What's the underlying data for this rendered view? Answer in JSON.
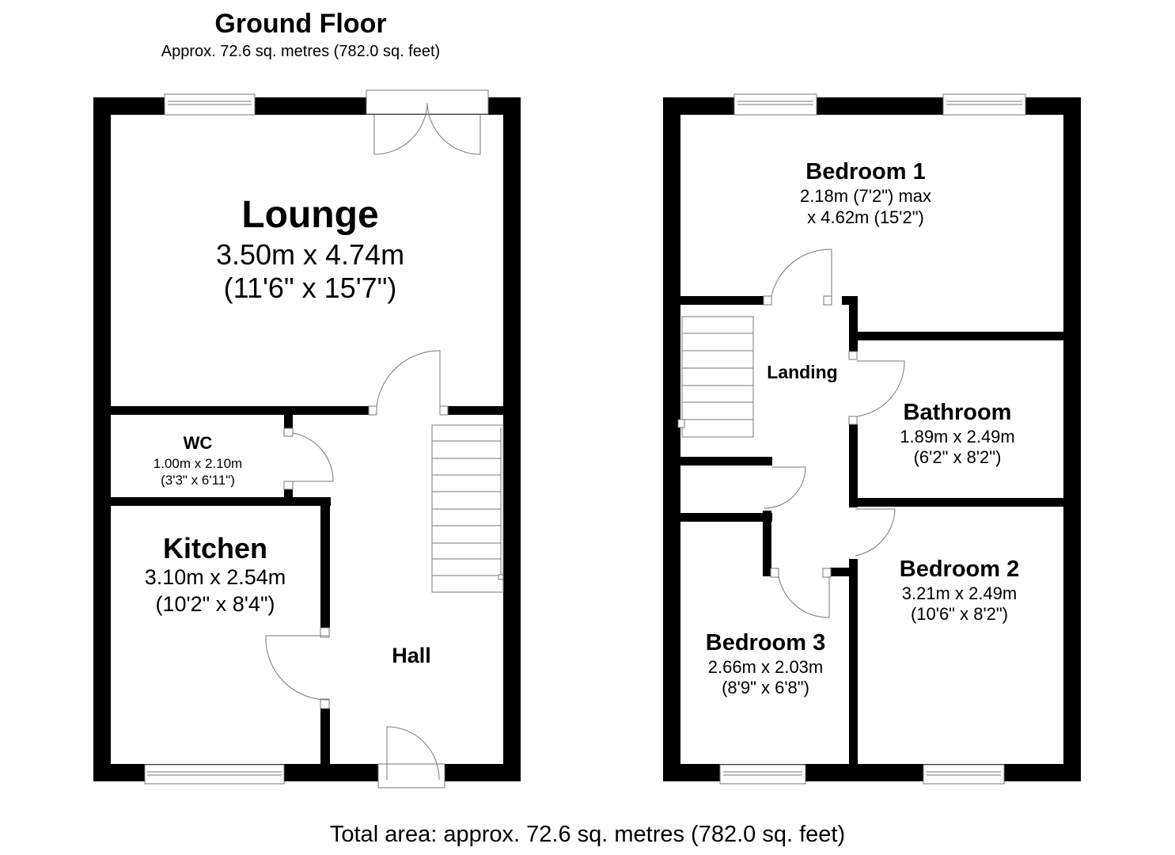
{
  "header": {
    "title": "Ground Floor",
    "subtitle": "Approx. 72.6 sq. metres (782.0 sq. feet)"
  },
  "ground_floor": {
    "rooms": {
      "lounge": {
        "name": "Lounge",
        "metric": "3.50m x 4.74m",
        "imperial": "(11'6\" x 15'7\")"
      },
      "wc": {
        "name": "WC",
        "metric": "1.00m x 2.10m",
        "imperial": "(3'3\" x 6'11\")"
      },
      "kitchen": {
        "name": "Kitchen",
        "metric": "3.10m x 2.54m",
        "imperial": "(10'2\" x 8'4\")"
      },
      "hall": {
        "name": "Hall"
      }
    }
  },
  "first_floor": {
    "rooms": {
      "bedroom1": {
        "name": "Bedroom 1",
        "line1": "2.18m (7'2\") max",
        "line2": "x 4.62m (15'2\")"
      },
      "landing": {
        "name": "Landing"
      },
      "bathroom": {
        "name": "Bathroom",
        "metric": "1.89m x 2.49m",
        "imperial": "(6'2\" x 8'2\")"
      },
      "bedroom2": {
        "name": "Bedroom 2",
        "metric": "3.21m x 2.49m",
        "imperial": "(10'6\" x 8'2\")"
      },
      "bedroom3": {
        "name": "Bedroom 3",
        "metric": "2.66m x 2.03m",
        "imperial": "(8'9\" x 6'8\")"
      }
    }
  },
  "footer": {
    "total_area": "Total area: approx. 72.6 sq. metres (782.0 sq. feet)"
  },
  "colors": {
    "wall": "#000000",
    "fixture_line": "#777777",
    "background": "#ffffff"
  }
}
